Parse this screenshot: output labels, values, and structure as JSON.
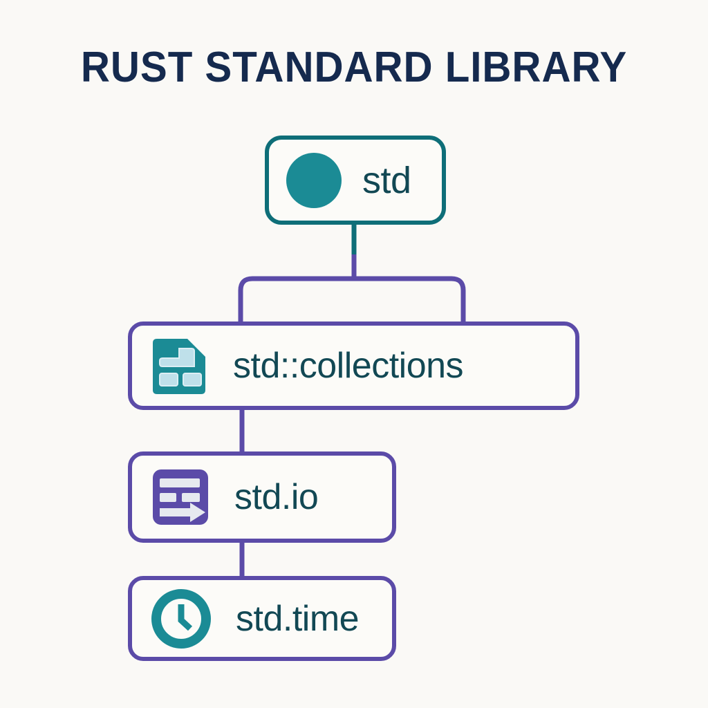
{
  "page": {
    "title": "RUST STANDARD LIBRARY",
    "background_color": "#FAF9F6",
    "title_color": "#152A4E"
  },
  "palette": {
    "teal_border": "#0E6E78",
    "teal_fill": "#1B8B95",
    "teal_icon": "#1B8B95",
    "icon_light": "#BFE0EA",
    "purple_border": "#5B4BA8",
    "purple_fill": "#5B4BA8",
    "purple_icon_light": "#E6E9EF",
    "label_color": "#124854",
    "node_fill": "#FCFBF8",
    "connector_purple": "#5B4BA8",
    "connector_teal": "#0E6E78"
  },
  "diagram": {
    "type": "tree",
    "root": {
      "id": "std",
      "label": "std",
      "icon": "filled-circle-icon",
      "border_color": "#0E6E78",
      "icon_color": "#1B8B95"
    },
    "children": [
      {
        "id": "std-collections",
        "label": "std::collections",
        "icon": "document-grid-icon",
        "border_color": "#5B4BA8",
        "icon_color": "#1B8B95"
      },
      {
        "id": "std-io",
        "label": "std.io",
        "icon": "list-arrow-icon",
        "border_color": "#5B4BA8",
        "icon_color": "#5B4BA8"
      },
      {
        "id": "std-time",
        "label": "std.time",
        "icon": "clock-icon",
        "border_color": "#5B4BA8",
        "icon_color": "#1B8B95"
      }
    ]
  }
}
